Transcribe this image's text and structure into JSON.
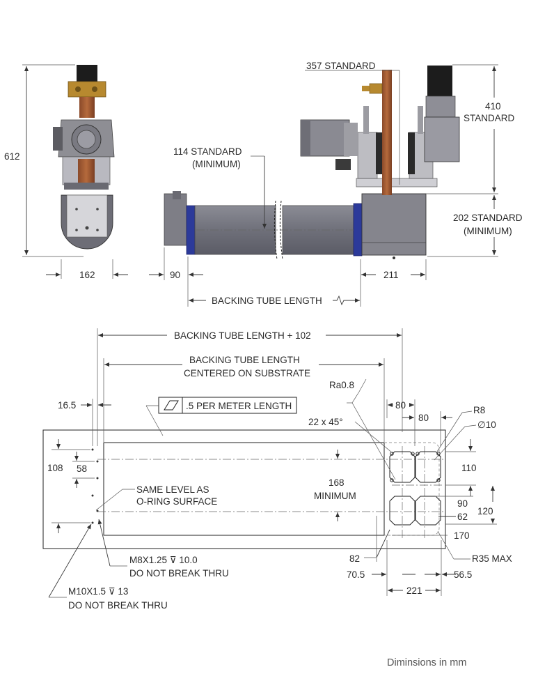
{
  "top_left_view": {
    "height_label": "612",
    "width_label": "162"
  },
  "top_right_view": {
    "label_357": "357 STANDARD",
    "label_410_line1": "410",
    "label_410_line2": "STANDARD",
    "label_114_line1": "114 STANDARD",
    "label_114_line2": "(MINIMUM)",
    "label_202_line1": "202 STANDARD",
    "label_202_line2": "(MINIMUM)",
    "label_90": "90",
    "label_211": "211",
    "label_backing": "BACKING TUBE LENGTH"
  },
  "bottom_view": {
    "label_btl_plus": "BACKING TUBE LENGTH + 102",
    "label_btl_line1": "BACKING TUBE LENGTH",
    "label_btl_line2": "CENTERED ON SUBSTRATE",
    "label_16_5": "16.5",
    "label_flatness": ".5 PER METER LENGTH",
    "label_ra": "Ra0.8",
    "label_22x45": "22 x 45°",
    "label_80a": "80",
    "label_80b": "80",
    "label_r8": "R8",
    "label_dia10": "∅10",
    "label_108": "108",
    "label_58": "58",
    "label_110": "110",
    "label_168_line1": "168",
    "label_168_line2": "MINIMUM",
    "label_same_line1": "SAME LEVEL AS",
    "label_same_line2": "O-RING SURFACE",
    "label_90": "90",
    "label_120": "120",
    "label_62": "62",
    "label_170": "170",
    "label_82": "82",
    "label_r35": "R35 MAX",
    "label_m8_line1": "M8X1.25 ⊽ 10.0",
    "label_m8_line2": "DO NOT BREAK THRU",
    "label_70_5": "70.5",
    "label_56_5": "56.5",
    "label_221": "221",
    "label_m10_line1": "M10X1.5 ⊽ 13",
    "label_m10_line2": "DO NOT BREAK THRU"
  },
  "footer": {
    "units_note": "Diminsions in mm"
  }
}
